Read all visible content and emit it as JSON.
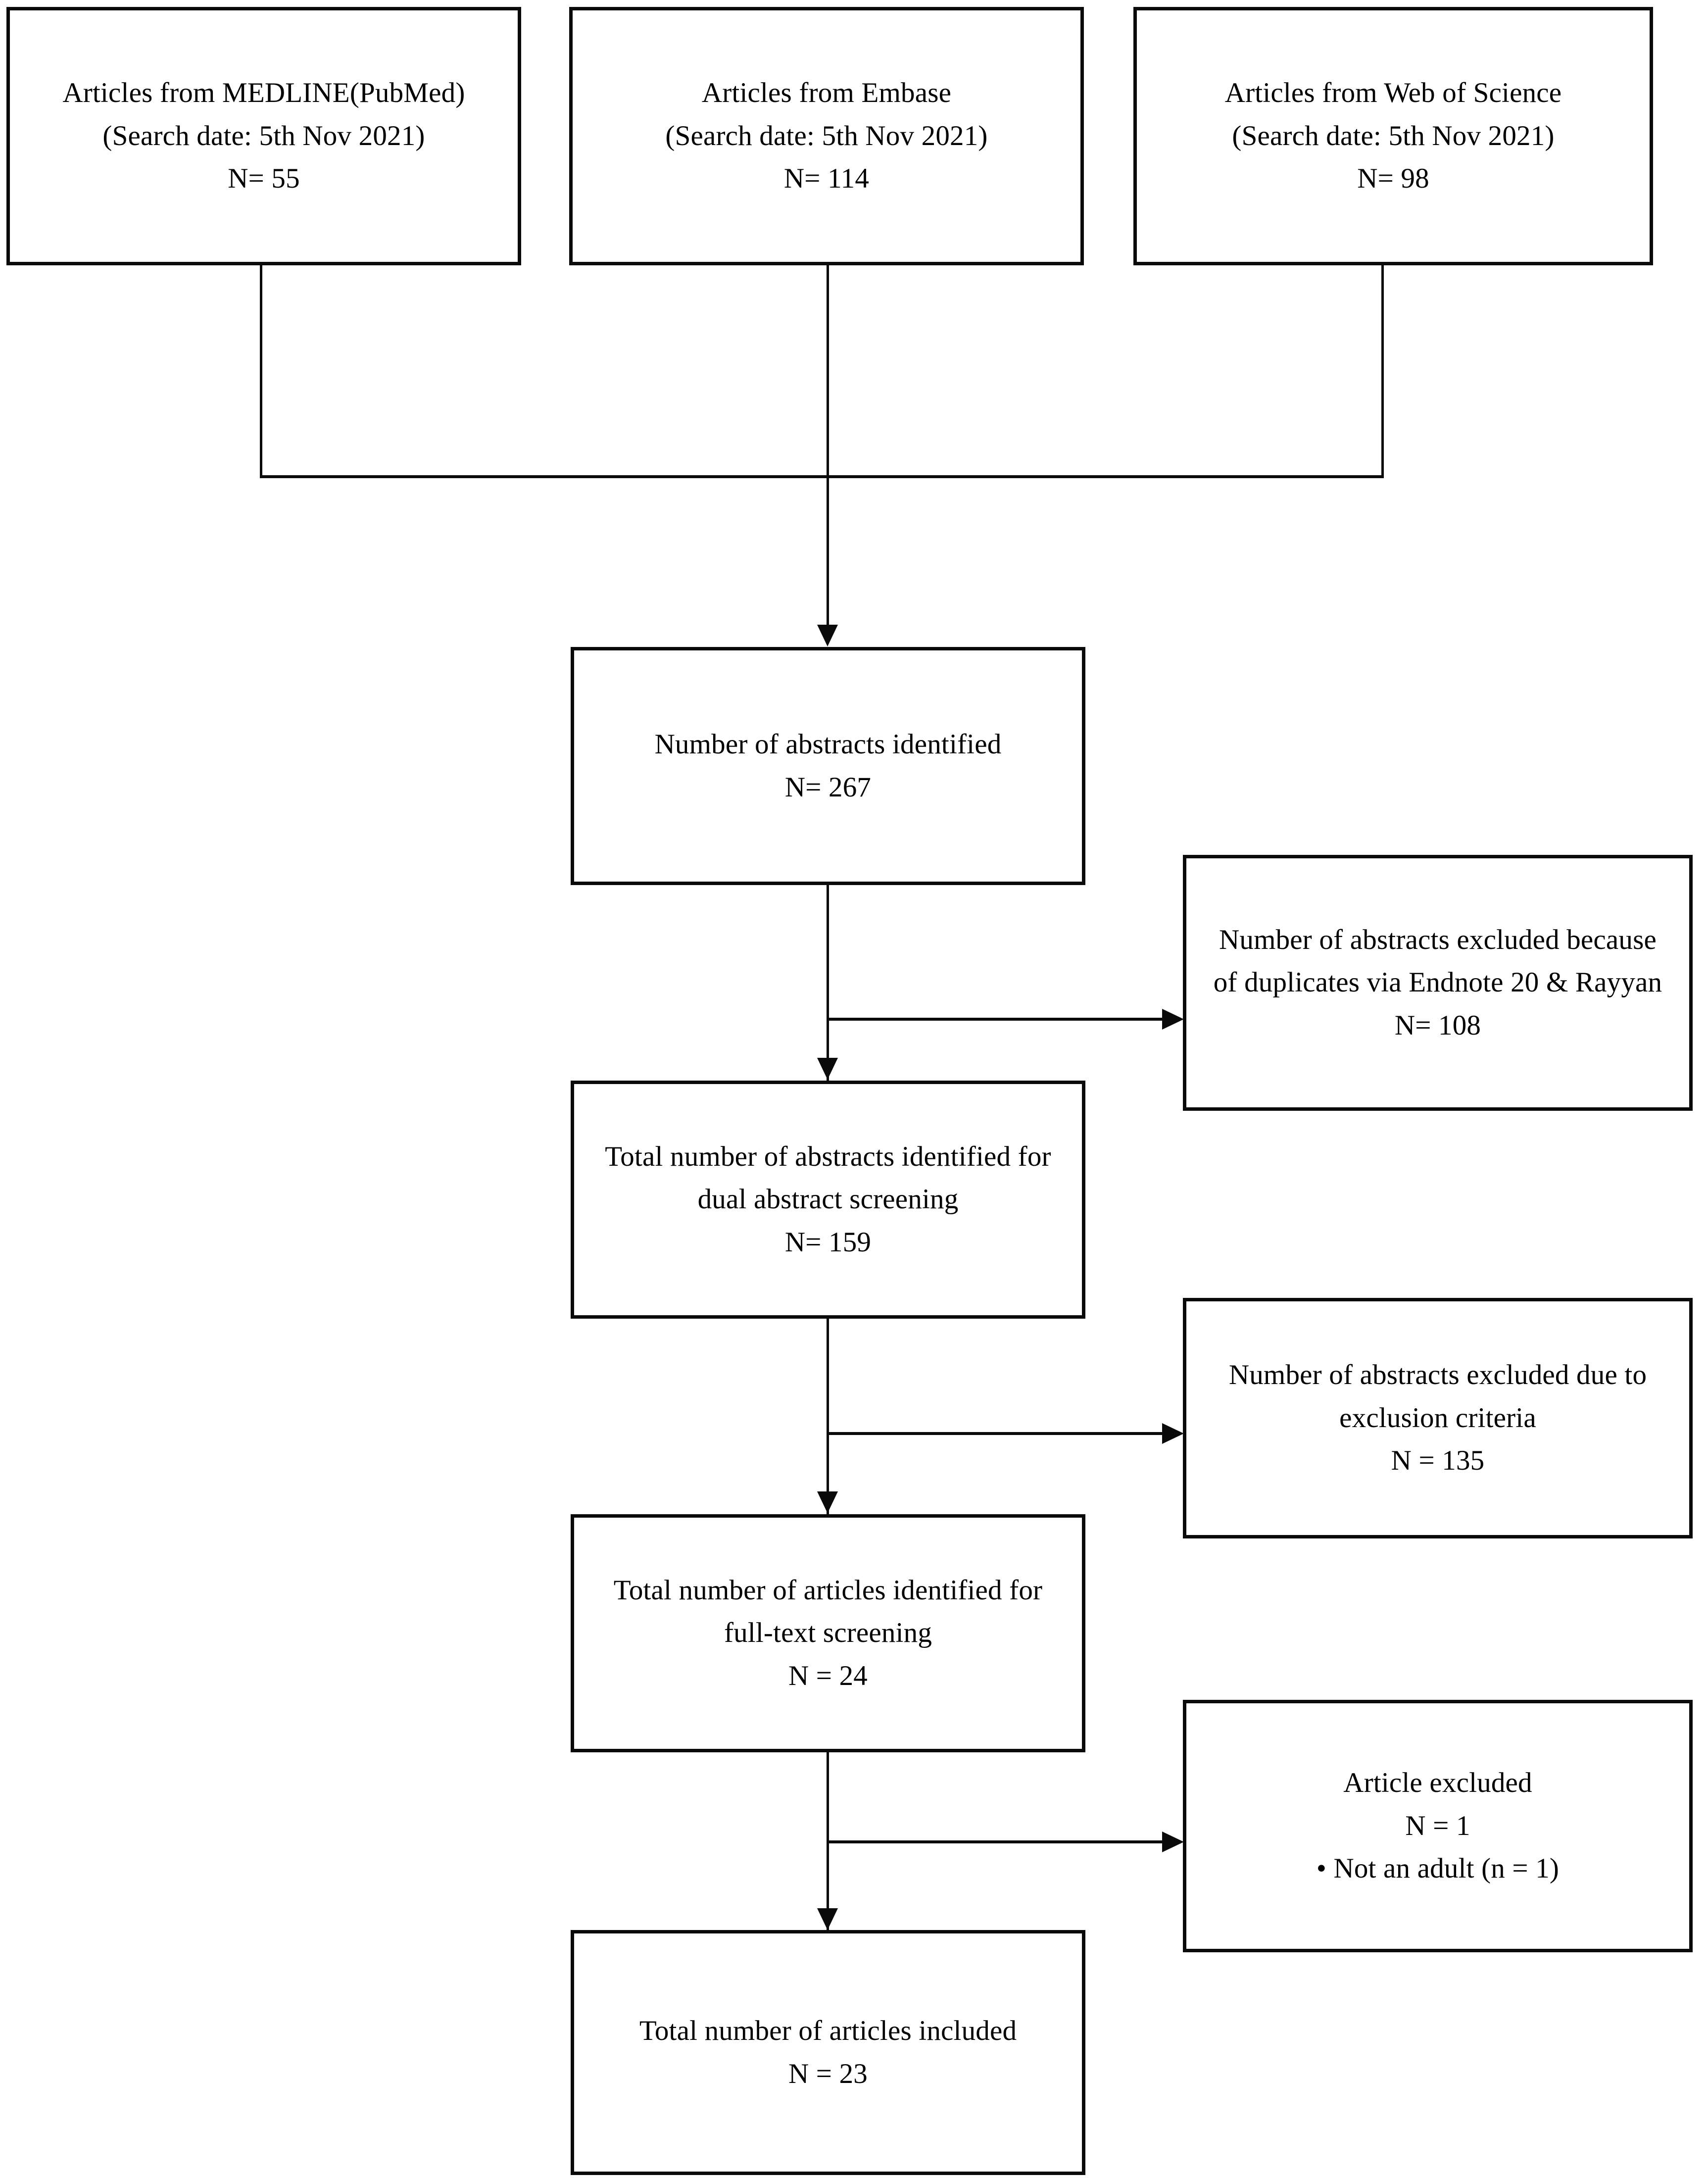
{
  "diagram": {
    "type": "prisma-flow-diagram",
    "title": "Study selection flow diagram",
    "accent_color": "#0a0a0a",
    "background_color": "#ffffff"
  },
  "sources": [
    {
      "id": "medline",
      "name": "MEDLINE(PubMed)",
      "line1": "Articles from MEDLINE(PubMed)",
      "line2": "(Search date: 5th Nov 2021)",
      "line3": "N= 55",
      "count": 55,
      "search_date": "5th Nov 2021"
    },
    {
      "id": "embase",
      "name": "Embase",
      "line1": "Articles from Embase",
      "line2": "(Search date: 5th Nov 2021)",
      "line3": "N= 114",
      "count": 114,
      "search_date": "5th Nov 2021"
    },
    {
      "id": "wos",
      "name": "Web of Science",
      "line1": "Articles from Web of Science",
      "line2": "(Search date: 5th Nov 2021)",
      "line3": "N= 98",
      "count": 98,
      "search_date": "5th Nov 2021"
    }
  ],
  "stages": [
    {
      "id": "identified",
      "line1": "Number of abstracts identified",
      "line2": "N= 267",
      "count": 267
    },
    {
      "id": "dual-screening",
      "line1": "Total number of abstracts identified for",
      "line2": "dual abstract screening",
      "line3": "N= 159",
      "count": 159
    },
    {
      "id": "full-text",
      "line1": "Total number of articles identified for",
      "line2": "full-text screening",
      "line3": "N = 24",
      "count": 24
    },
    {
      "id": "included",
      "line1": "Total number of articles included",
      "line2": "N = 23",
      "count": 23
    }
  ],
  "exclusions": [
    {
      "id": "duplicates",
      "line1": "Number of abstracts excluded because",
      "line2": "of duplicates via Endnote 20 & Rayyan",
      "line3": "N= 108",
      "count": 108
    },
    {
      "id": "exclusion-criteria",
      "line1": "Number of abstracts excluded due to",
      "line2": "exclusion criteria",
      "line3": "N = 135",
      "count": 135
    },
    {
      "id": "article-excluded",
      "line1": "Article excluded",
      "line2": "N = 1",
      "line3": "• Not an adult (n = 1)",
      "count": 1,
      "reasons": [
        {
          "label": "Not an adult",
          "n": 1,
          "text": "• Not an adult (n = 1)"
        }
      ]
    }
  ],
  "chart_data": {
    "type": "diagram",
    "title": "PRISMA study selection flow",
    "nodes": [
      {
        "id": "medline",
        "label": "Articles from MEDLINE(PubMed)",
        "value": 55
      },
      {
        "id": "embase",
        "label": "Articles from Embase",
        "value": 114
      },
      {
        "id": "wos",
        "label": "Articles from Web of Science",
        "value": 98
      },
      {
        "id": "identified",
        "label": "Number of abstracts identified",
        "value": 267
      },
      {
        "id": "duplicates",
        "label": "Number of abstracts excluded because of duplicates via Endnote 20 & Rayyan",
        "value": 108
      },
      {
        "id": "dual-screening",
        "label": "Total number of abstracts identified for dual abstract screening",
        "value": 159
      },
      {
        "id": "exclusion-criteria",
        "label": "Number of abstracts excluded due to exclusion criteria",
        "value": 135
      },
      {
        "id": "full-text",
        "label": "Total number of articles identified for full-text screening",
        "value": 24
      },
      {
        "id": "article-excluded",
        "label": "Article excluded",
        "value": 1
      },
      {
        "id": "included",
        "label": "Total number of articles included",
        "value": 23
      }
    ],
    "edges": [
      {
        "from": "medline",
        "to": "identified"
      },
      {
        "from": "embase",
        "to": "identified"
      },
      {
        "from": "wos",
        "to": "identified"
      },
      {
        "from": "identified",
        "to": "duplicates"
      },
      {
        "from": "identified",
        "to": "dual-screening"
      },
      {
        "from": "dual-screening",
        "to": "exclusion-criteria"
      },
      {
        "from": "dual-screening",
        "to": "full-text"
      },
      {
        "from": "full-text",
        "to": "article-excluded"
      },
      {
        "from": "full-text",
        "to": "included"
      }
    ]
  }
}
